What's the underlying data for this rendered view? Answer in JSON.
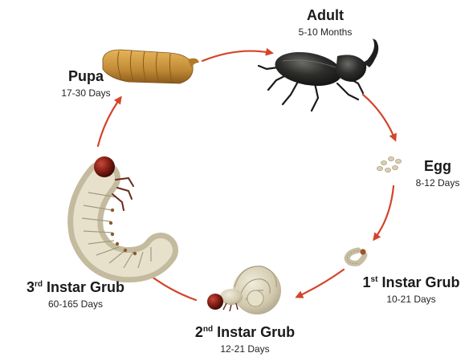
{
  "stages": {
    "adult": {
      "title": "Adult",
      "duration": "5-10 Months"
    },
    "egg": {
      "title": "Egg",
      "duration": "8-12 Days"
    },
    "instar1": {
      "num": "1",
      "suffix": "st",
      "title": "Instar Grub",
      "duration": "10-21 Days"
    },
    "instar2": {
      "num": "2",
      "suffix": "nd",
      "title": "Instar Grub",
      "duration": "12-21 Days"
    },
    "instar3": {
      "num": "3",
      "suffix": "rd",
      "title": "Instar Grub",
      "duration": "60-165 Days"
    },
    "pupa": {
      "title": "Pupa",
      "duration": "17-30 Days"
    }
  },
  "colors": {
    "arrow": "#d4442a",
    "beetle": "#2a2a2a",
    "grub_body": "#ddd6c0",
    "grub_head": "#8a1d14",
    "pupa": "#c98f3a"
  },
  "icons": [
    "beetle-illustration",
    "egg-cluster-illustration",
    "first-instar-grub-illustration",
    "second-instar-grub-illustration",
    "third-instar-grub-illustration",
    "pupa-illustration",
    "cycle-arrow"
  ]
}
